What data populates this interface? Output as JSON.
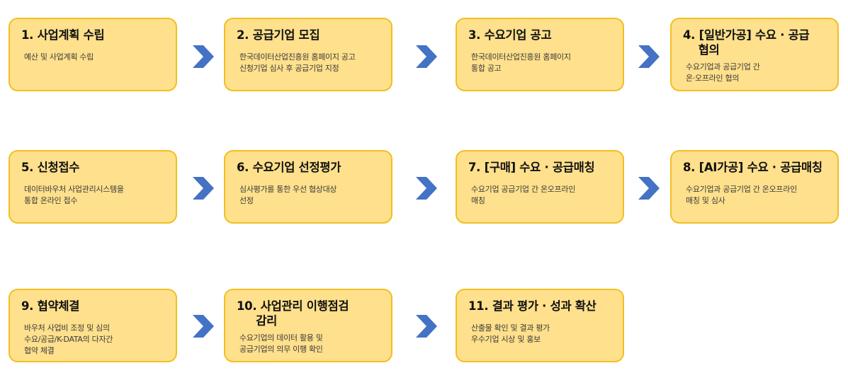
{
  "steps": [
    {
      "title": "1. 사업계획 수립",
      "desc": "예산 및 사업계획 수립"
    },
    {
      "title": "2. 공급기업 모집",
      "desc": "한국데이터산업진흥원 홈페이지 공고\n신청기업 심사 후 공급기업 지정"
    },
    {
      "title": "3. 수요기업 공고",
      "desc": "한국데이터산업진흥원 홈페이지\n통합 공고"
    },
    {
      "title": "4. [일반가공] 수요 · 공급\n    협의",
      "desc": "수요기업과 공급기업 간\n온·오프라인 협의"
    },
    {
      "title": "5. 신청접수",
      "desc": "데이터바우처 사업관리시스템을\n통합 온라인 접수"
    },
    {
      "title": "6. 수요기업 선정평가",
      "desc": "심사평가를 통한 우선 협상대상\n선정"
    },
    {
      "title": "7. [구매] 수요 · 공급매칭",
      "desc": "수요기업 공급기업 간 온오프라인\n매칭"
    },
    {
      "title": "8. [AI가공] 수요 · 공급매칭",
      "desc": "수요기업과 공급기업 간 온오프라인\n매칭 및 심사"
    },
    {
      "title": "9. 협약체결",
      "desc": "바우처 사업비 조정 및 심의\n수요/공급/K-DATA의 다자간\n협약 체결"
    },
    {
      "title": "10. 사업관리 이행점검\n     감리",
      "desc": "수요기업의 데이터 활용 및\n공급기업의 의무 이행 확인"
    },
    {
      "title": "11. 결과 평가 · 성과 확산",
      "desc": "산출물 확인 및 결과 평가\n우수기업 시상 및 홍보"
    }
  ],
  "colors": {
    "box_fill": "#ffe08c",
    "box_border": "#f2bf20",
    "arrow": "#4472c4"
  },
  "icons": {
    "arrow": "chevron-right-icon"
  }
}
